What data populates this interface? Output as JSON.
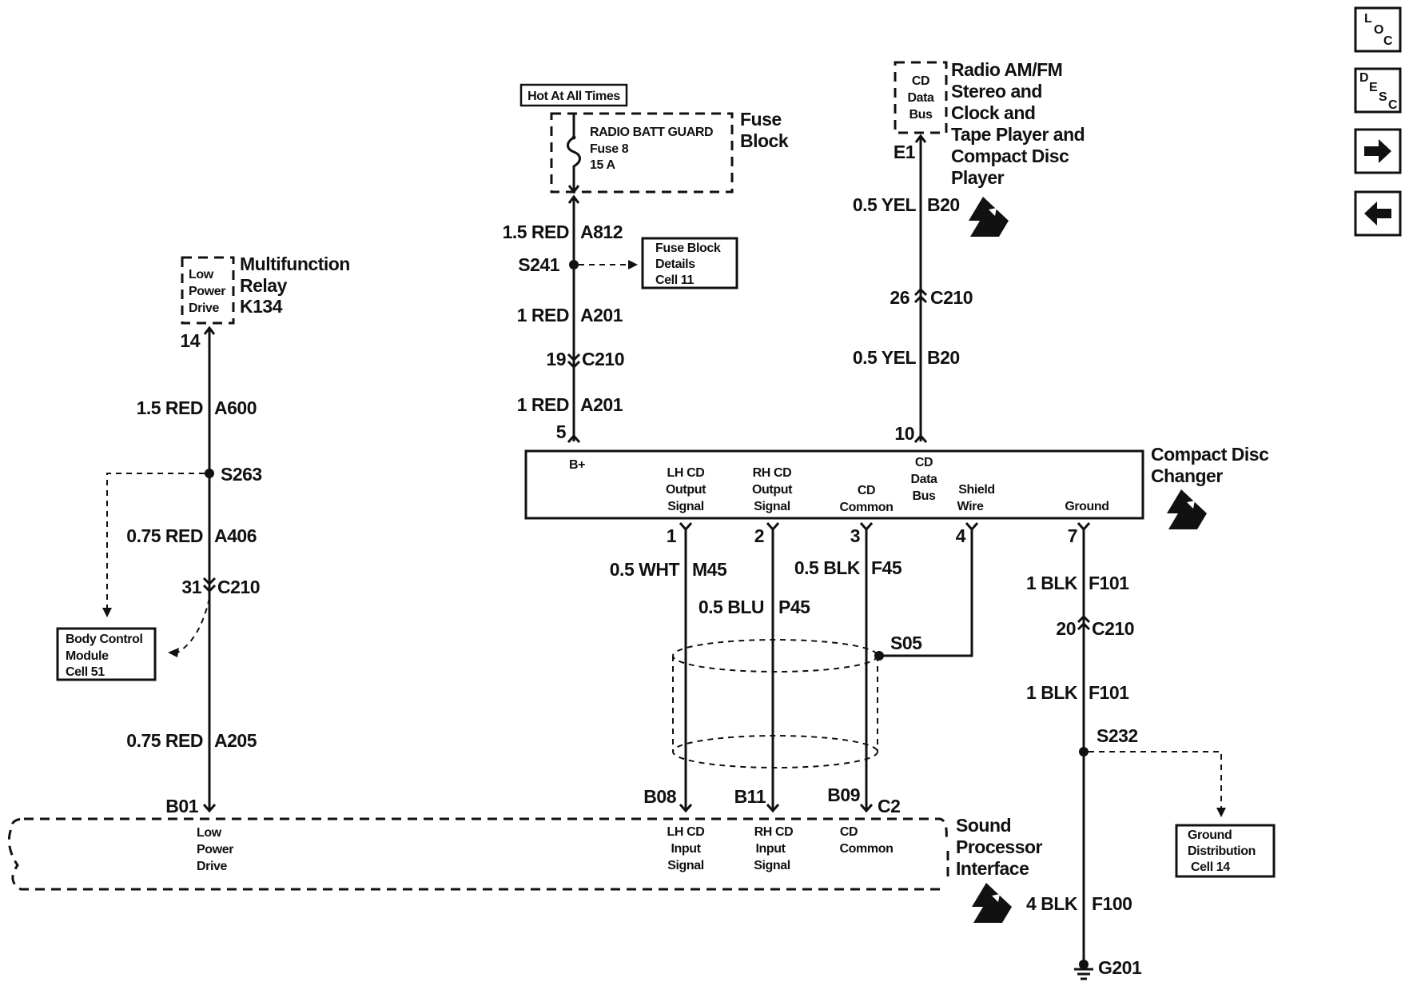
{
  "hot_label": "Hot At All Times",
  "fuse_block": {
    "title_1": "Fuse",
    "title_2": "Block",
    "fuse_name": "RADIO BATT GUARD",
    "fuse_num": "Fuse 8",
    "fuse_amp": "15 A"
  },
  "fuse_block_details": {
    "line1": "Fuse Block",
    "line2": "Details",
    "line3": "Cell 11"
  },
  "radio": {
    "title_lines": [
      "Radio AM/FM",
      "Stereo and",
      "Clock and",
      "Tape Player and",
      "Compact Disc",
      "Player"
    ],
    "bus_lines": [
      "CD",
      "Data",
      "Bus"
    ],
    "pin": "E1"
  },
  "relay": {
    "title_lines": [
      "Multifunction",
      "Relay",
      "K134"
    ],
    "pin_lines": [
      "Low",
      "Power",
      "Drive"
    ],
    "pin": "14"
  },
  "wires": {
    "w_a812_size": "1.5 RED",
    "w_a812_id": "A812",
    "splice_s241": "S241",
    "w_a201a_size": "1 RED",
    "w_a201a_id": "A201",
    "c210_19_pin": "19",
    "c210_19_conn": "C210",
    "w_a201b_size": "1 RED",
    "w_a201b_id": "A201",
    "pin_5": "5",
    "w_b20a_size": "0.5 YEL",
    "w_b20a_id": "B20",
    "c210_26_pin": "26",
    "c210_26_conn": "C210",
    "w_b20b_size": "0.5 YEL",
    "w_b20b_id": "B20",
    "pin_10": "10",
    "w_a600_size": "1.5 RED",
    "w_a600_id": "A600",
    "splice_s263": "S263",
    "w_a406_size": "0.75 RED",
    "w_a406_id": "A406",
    "c210_31_pin": "31",
    "c210_31_conn": "C210",
    "w_a205_size": "0.75 RED",
    "w_a205_id": "A205",
    "pin_b01": "B01",
    "pin_1": "1",
    "pin_2": "2",
    "pin_3": "3",
    "pin_4": "4",
    "pin_7": "7",
    "w_m45_size": "0.5 WHT",
    "w_m45_id": "M45",
    "w_p45_size": "0.5 BLU",
    "w_p45_id": "P45",
    "w_f45_size": "0.5 BLK",
    "w_f45_id": "F45",
    "splice_s05": "S05",
    "w_f101a_size": "1 BLK",
    "w_f101a_id": "F101",
    "c210_20_pin": "20",
    "c210_20_conn": "C210",
    "w_f101b_size": "1 BLK",
    "w_f101b_id": "F101",
    "splice_s232": "S232",
    "w_f100_size": "4 BLK",
    "w_f100_id": "F100",
    "ground_g201": "G201",
    "pin_b08": "B08",
    "pin_b11": "B11",
    "pin_b09": "B09",
    "pin_c2": "C2"
  },
  "body_control": {
    "line1": "Body Control",
    "line2": "Module",
    "line3": "Cell 51"
  },
  "changer": {
    "title_1": "Compact Disc",
    "title_2": "Changer",
    "b_plus": "B+",
    "lh_lines": [
      "LH CD",
      "Output",
      "Signal"
    ],
    "rh_lines": [
      "RH CD",
      "Output",
      "Signal"
    ],
    "common_lines": [
      "CD",
      "Common"
    ],
    "bus_lines": [
      "CD",
      "Data",
      "Bus"
    ],
    "shield_lines": [
      "Shield",
      "Wire"
    ],
    "ground": "Ground"
  },
  "sound_processor": {
    "title_lines": [
      "Sound",
      "Processor",
      "Interface"
    ],
    "lpd_lines": [
      "Low",
      "Power",
      "Drive"
    ],
    "lh_lines": [
      "LH CD",
      "Input",
      "Signal"
    ],
    "rh_lines": [
      "RH CD",
      "Input",
      "Signal"
    ],
    "common_lines": [
      "CD",
      "Common"
    ]
  },
  "ground_dist": {
    "line1": "Ground",
    "line2": "Distribution",
    "line3": "Cell 14"
  },
  "nav": {
    "loc_letters": [
      "L",
      "O",
      "C"
    ],
    "desc_letters": [
      "D",
      "E",
      "S",
      "C"
    ]
  }
}
